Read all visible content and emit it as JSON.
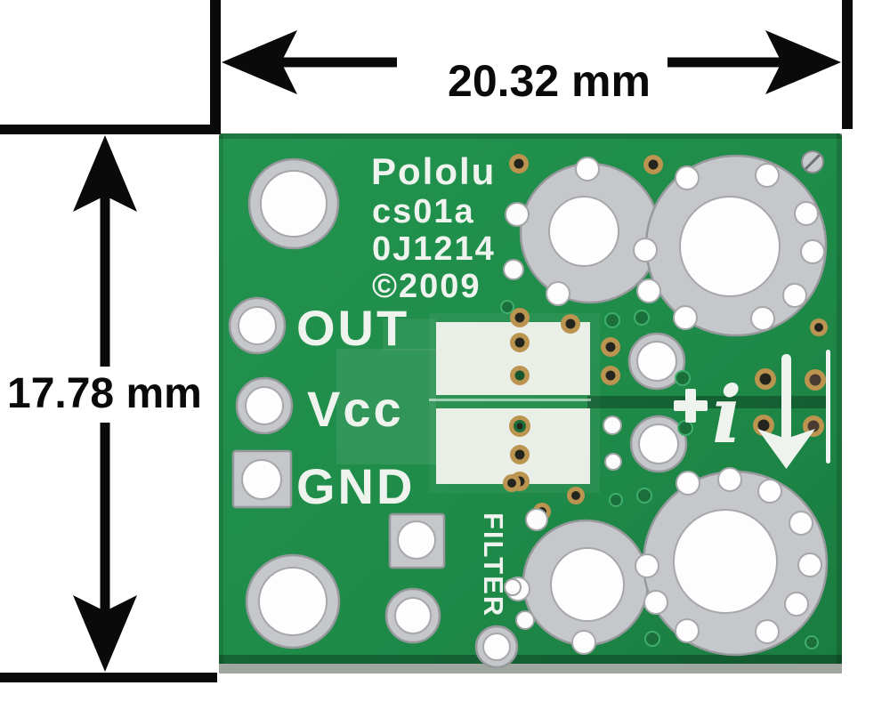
{
  "figure": {
    "description": "Green carrier PCB product photo annotated with outer dimensions",
    "dimensions": {
      "width_label": "20.32 mm",
      "height_label": "17.78 mm"
    },
    "silkscreen": {
      "brand": "Pololu",
      "line2": "cs01a",
      "line3": "0J1214",
      "line4": "©2009",
      "pin1": "OUT",
      "pin2": "Vcc",
      "pin3": "GND",
      "filter": "FILTER",
      "plus": "+",
      "current_symbol": "i"
    },
    "colors": {
      "background": "#ffffff",
      "annotation_black": "#0a0a0a",
      "board_green": "#1f8b49",
      "board_green_dark": "#15663a",
      "silkscreen_white": "#eef3ee",
      "pad_silver": "#c6c7ca",
      "via_gold": "#bb9450",
      "hole_white": "#fdfdfd"
    }
  }
}
